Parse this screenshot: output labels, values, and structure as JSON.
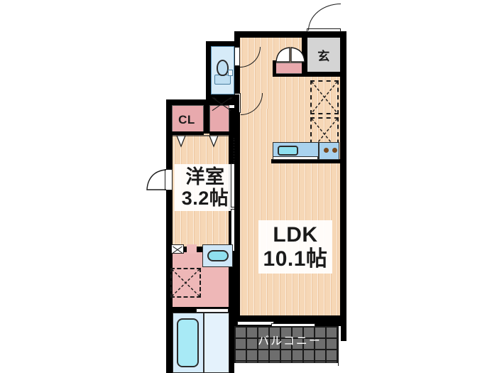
{
  "plan": {
    "type": "japanese-apartment-floor-plan",
    "layout_code": "1LDK",
    "rooms": [
      {
        "id": "washitsu",
        "name_line1": "洋室",
        "name_line2": "3.2帖",
        "area_jo": 3.2,
        "kind": "western-style-room"
      },
      {
        "id": "ldk",
        "name_line1": "LDK",
        "name_line2": "10.1帖",
        "area_jo": 10.1,
        "kind": "living-dining-kitchen"
      },
      {
        "id": "closet",
        "name_line1": "CL",
        "kind": "closet"
      },
      {
        "id": "genkan",
        "name_line1": "玄",
        "kind": "entrance"
      },
      {
        "id": "balcony",
        "name_line1": "バルコニー",
        "kind": "balcony"
      }
    ],
    "fixtures": {
      "toilet": "toilet-fixture",
      "kitchen_sink": "kitchen-sink",
      "stove_burners": 2,
      "bathtub": "bathtub",
      "shower_area": "shower-room",
      "wash_basin": "wash-basin",
      "washer_space": "washing-machine-space",
      "shoe_cabinet": "shoe-cabinet",
      "entry_closet": "entry-closet"
    },
    "colors": {
      "wood_floor": "#f6d7b6",
      "wet_area_pink": "#eeb7b7",
      "genkan_grey": "#d4d4d4",
      "water_blue": "#a8eaf6",
      "wall_black": "#000000",
      "balcony_grey": "#6e6e6e",
      "text_dark": "#1a1a1a",
      "balcony_text": "#ffffff"
    }
  }
}
